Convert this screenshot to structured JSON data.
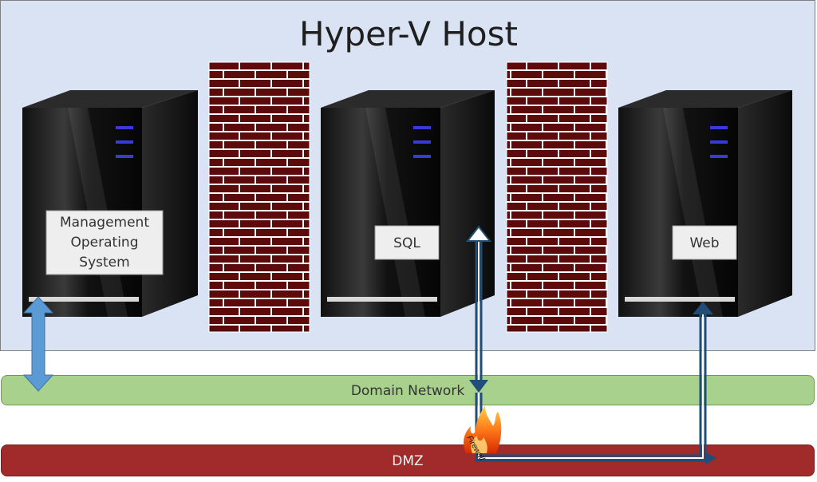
{
  "title": "Hyper-V Host",
  "servers": [
    {
      "label_lines": [
        "Management",
        "Operating",
        "System"
      ]
    },
    {
      "label_lines": [
        "SQL"
      ]
    },
    {
      "label_lines": [
        "Web"
      ]
    }
  ],
  "networks": {
    "domain": "Domain Network",
    "dmz": "DMZ"
  },
  "firewall_text": "Firewall",
  "colors": {
    "host_bg": "#dae3f3",
    "domain_band": "#a9d18e",
    "dmz_band": "#a12b2b",
    "brick": "#5c0a0a",
    "mortar": "#ffffff",
    "arrow_dark": "#1f4e79",
    "arrow_light": "#5b9bd5",
    "server_led": "#3a3ad8"
  }
}
